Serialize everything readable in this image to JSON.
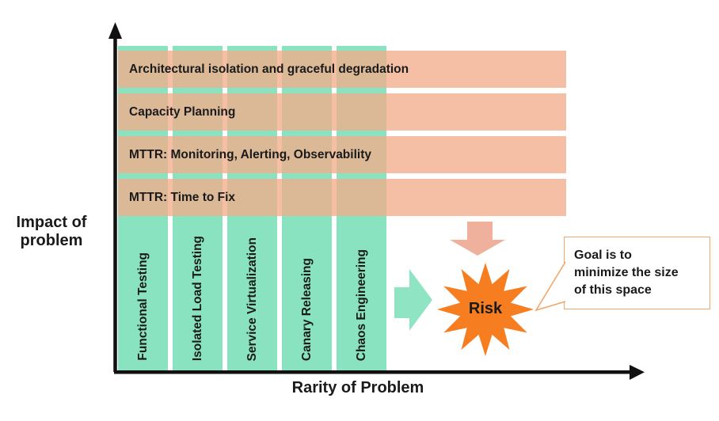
{
  "axes": {
    "y_label_lines": [
      "Impact of",
      "problem"
    ],
    "x_label": "Rarity of Problem"
  },
  "columns": [
    "Functional Testing",
    "Isolated Load Testing",
    "Service Virtualization",
    "Canary Releasing",
    "Chaos Engineering"
  ],
  "bars": [
    "Architectural isolation and graceful degradation",
    "Capacity Planning",
    "MTTR: Monitoring, Alerting, Observability",
    "MTTR: Time to Fix"
  ],
  "risk_label": "Risk",
  "callout_lines": [
    "Goal is to",
    "minimize the size",
    "of this space"
  ],
  "icons": {
    "down_arrow": "pressure-from-mitigation-bars",
    "right_arrow": "pressure-from-testing-columns",
    "starburst": "risk-starburst"
  },
  "colors": {
    "column-green": "#89e3c0",
    "bar-fill": "rgba(242,173,140,0.78)",
    "arrow-salmon": "#efb19b",
    "arrow-green": "#8fe5c3",
    "star-orange": "#f67e20",
    "callout-border": "#f2a66b",
    "axis-color": "#111111",
    "text-color": "#1a1a1a"
  }
}
